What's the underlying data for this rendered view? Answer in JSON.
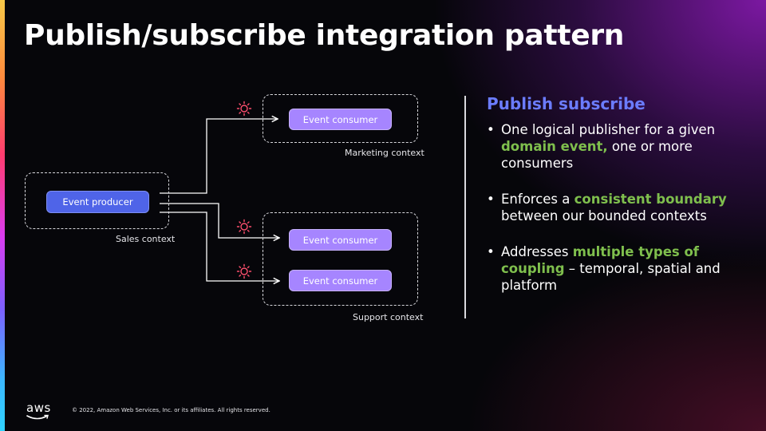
{
  "slide": {
    "title": "Publish/subscribe integration pattern"
  },
  "diagram": {
    "producer_label": "Event producer",
    "consumer_label": "Event consumer",
    "contexts": {
      "sales": "Sales context",
      "marketing": "Marketing context",
      "support": "Support context"
    },
    "icon": "event-icon",
    "colors": {
      "producer": "#4f64e8",
      "consumer": "#a685ff",
      "event_icon": "#ff4f6e",
      "dashed_border": "#d7d7dc"
    }
  },
  "panel": {
    "heading": "Publish subscribe",
    "bullets": [
      {
        "pre": "One logical publisher for a given ",
        "highlight": "domain event,",
        "post": " one or more consumers"
      },
      {
        "pre": "Enforces a ",
        "highlight": "consistent boundary",
        "post": " between our bounded contexts"
      },
      {
        "pre": "Addresses ",
        "highlight": "multiple types of coupling",
        "post": " – temporal, spatial and platform"
      }
    ],
    "colors": {
      "heading": "#6b7cff",
      "highlight": "#7fbf4d"
    }
  },
  "footer": {
    "logo_text": "aws",
    "copyright": "© 2022, Amazon Web Services, Inc. or its affiliates. All rights reserved."
  }
}
